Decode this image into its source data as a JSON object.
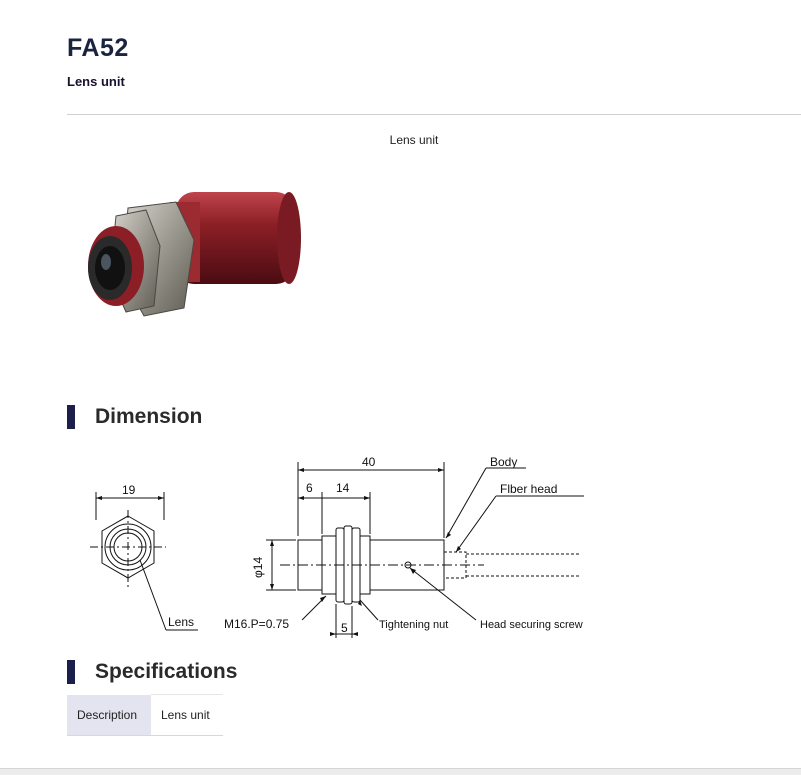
{
  "product": {
    "title": "FA52",
    "subtitle": "Lens unit",
    "image_caption": "Lens unit"
  },
  "sections": {
    "dimension": "Dimension",
    "specifications": "Specifications"
  },
  "dimension_labels": {
    "width_19": "19",
    "lens": "Lens",
    "length_40": "40",
    "length_6": "6",
    "length_14": "14",
    "diameter_14": "φ14",
    "thread": "M16.P=0.75",
    "nut_5": "5",
    "tightening_nut": "Tightening nut",
    "head_securing_screw": "Head securing screw",
    "body": "Body",
    "fiber_head": "Flber head"
  },
  "specs": [
    {
      "label": "Description",
      "value": "Lens unit"
    }
  ],
  "colors": {
    "title": "#1a2340",
    "section_bar": "#1c1f4a",
    "spec_label_bg": "#e3e4ef",
    "product_body": "#8c1f26"
  }
}
